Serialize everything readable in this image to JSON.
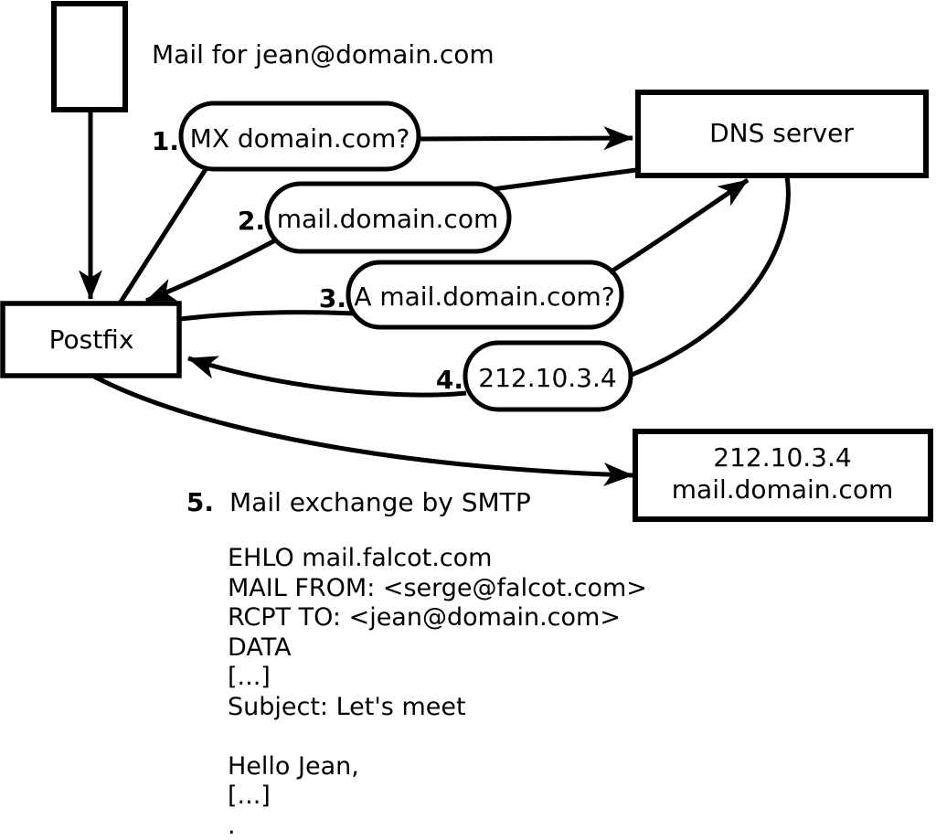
{
  "diagram": {
    "mail_note": "Mail for jean@domain.com",
    "nodes": {
      "postfix": "Postfix",
      "dns_server": "DNS server",
      "mailserver_ip": "212.10.3.4",
      "mailserver_host": "mail.domain.com"
    },
    "steps": [
      {
        "num": "1.",
        "label": "MX domain.com?"
      },
      {
        "num": "2.",
        "label": "mail.domain.com"
      },
      {
        "num": "3.",
        "label": "A mail.domain.com?"
      },
      {
        "num": "4.",
        "label": "212.10.3.4"
      },
      {
        "num": "5.",
        "label": "Mail exchange by SMTP"
      }
    ],
    "smtp_session": "EHLO mail.falcot.com\nMAIL FROM: <serge@falcot.com>\nRCPT TO: <jean@domain.com>\nDATA\n[...]\nSubject: Let's meet\n\nHello Jean,\n[...]\n."
  },
  "colors": {
    "stroke": "#000000",
    "background": "#ffffff"
  }
}
